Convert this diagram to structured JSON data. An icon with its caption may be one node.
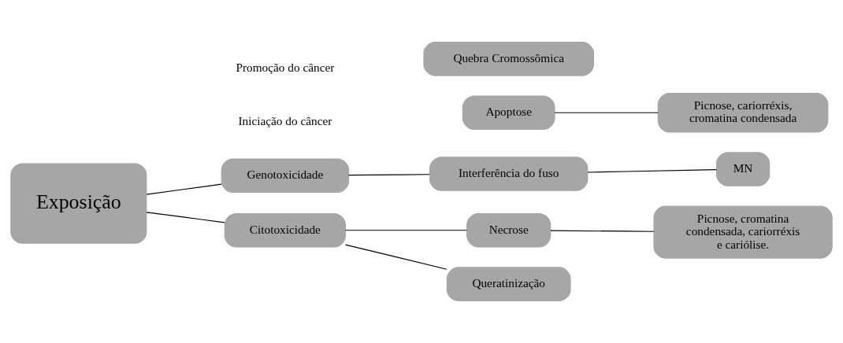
{
  "diagram": {
    "nodes": [
      {
        "text": [
          "Exposição"
        ]
      },
      {
        "text": [
          "Genotoxicidade"
        ]
      },
      {
        "text": [
          "Citotoxicidade"
        ]
      },
      {
        "text": [
          "Apoptose"
        ]
      },
      {
        "text": [
          "Quebra Cromossômica"
        ]
      },
      {
        "text": [
          "Interferência do fuso"
        ]
      },
      {
        "text": [
          "Necrose"
        ]
      },
      {
        "text": [
          "Queratinização"
        ]
      },
      {
        "text": [
          "Picnose, cariorréxis, cromatina condensada"
        ]
      },
      {
        "text": [
          "MN"
        ]
      },
      {
        "text": [
          "Picnose, cromatina condensada, cariorréxis e cariólise."
        ]
      }
    ],
    "edges": [
      {
        "from": 0,
        "to": 1,
        "arrow": "none"
      },
      {
        "from": 0,
        "to": 2,
        "arrow": "none"
      },
      {
        "from": 1,
        "to": 5,
        "arrow": "none"
      },
      {
        "from": 3,
        "to": 8,
        "arrow": "none"
      },
      {
        "from": 5,
        "to": 9,
        "arrow": "none"
      },
      {
        "from": 2,
        "to": 6,
        "arrow": "none"
      },
      {
        "from": 2,
        "to": 7,
        "arrow": "none"
      },
      {
        "from": 6,
        "to": 10,
        "arrow": "none"
      }
    ],
    "labels": [
      "Iniciação do câncer",
      "Promoção do câncer"
    ]
  }
}
